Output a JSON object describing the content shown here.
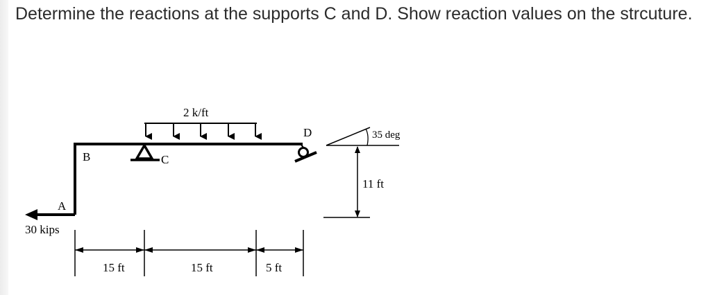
{
  "question": {
    "text": "Determine the reactions at the supports C and D. Show reaction values on the strcuture."
  },
  "diagram": {
    "point_labels": {
      "a": "A",
      "b": "B",
      "c": "C",
      "d": "D"
    },
    "distributed_load": "2 k/ft",
    "horizontal_load": "30 kips",
    "angle_label": "35 deg",
    "height_label": "11 ft",
    "dimensions": [
      "15 ft",
      "15 ft",
      "5 ft"
    ]
  }
}
